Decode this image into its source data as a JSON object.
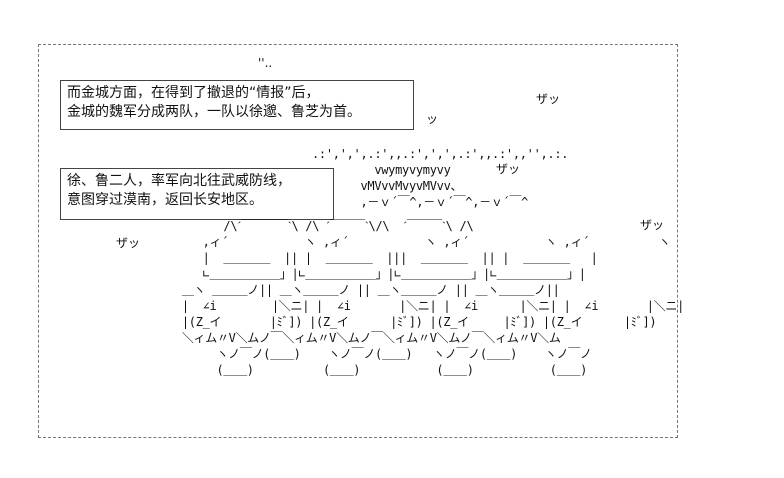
{
  "caption1": {
    "line1": "而金城方面，在得到了撤退的“情报”后，",
    "line2": "金城的魏军分成两队，一队以徐邈、鲁芝为首。"
  },
  "caption2": {
    "line1": "徐、鲁二人，率军向北往武威防线，",
    "line2": "意图穿过漠南，返回长安地区。"
  },
  "sfx": {
    "top_dots": "''..",
    "zatsu1": "ザッ",
    "tsu": "ッ",
    "zatsu2": "ザッ",
    "zatsu3": "ザッ",
    "zatsu4": "ザッ"
  },
  "art": {
    "top_block": ".:',',',.:',,.:',',',.:',,.:',,'',.:.\n         vwymyvymyvy\n       vMVvvMvyvMVvv、\n       ,－ｖ´￣^,－ｖ´￣^,－ｖ´￣^",
    "main_block": "        /\\ˊ￣￣￣￣ˋ\\ /\\ ˊ￣￣￣ˋ\\/\\  ˊ￣￣￣ˋ\\ /\\\n     ,ィ´           ヽ ,ィ´           ヽ ,ィ´           ヽ ,ィ´          ヽ\n     |  ＿＿＿＿  || |  ＿＿＿＿  |||  ＿＿＿＿  || |  ＿＿＿＿   |\n     ∟＿＿＿＿＿＿」|∟＿＿＿＿＿＿」|∟＿＿＿＿＿＿」|∟＿＿＿＿＿＿」|\n  ＿ヽ ＿＿＿ノ|| ＿ヽ＿＿＿ノ || ＿ヽ＿＿＿ノ || ＿ヽ＿＿＿ノ||\n  |  ∠i        |＼ニ| |  ∠i       |＼ニ| |  ∠i      |＼ニ| |  ∠i       |＼ニ|\n  |(Z_イ       |ﾐﾞ]) |(Z_イ      |ﾐﾞ]) |(Z_イ     |ﾐﾞ]) |(Z_イ      |ﾐﾞ])\n  ＼ィム〃V＼ムノ￣＼ィム〃V＼ムノ￣＼ィム〃V＼ムノ￣＼ィム〃V＼ム\n       ヽノ￣ノ(＿＿)    ヽノ￣ノ(＿＿)   ヽノ￣ノ(＿＿)    ヽノ￣ノ\n       (＿＿)          (＿＿)           (＿＿)           (＿＿)"
  }
}
